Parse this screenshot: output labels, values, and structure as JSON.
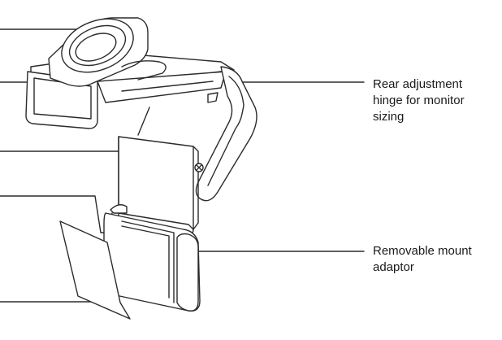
{
  "diagram": {
    "stroke_color": "#2b2b2b",
    "fill_color": "#ffffff",
    "callouts": {
      "rear_hinge": {
        "lines": [
          "Rear adjustment",
          "hinge for monitor",
          "sizing"
        ]
      },
      "mount_adaptor": {
        "lines": [
          "Removable mount",
          "adaptor"
        ]
      }
    }
  }
}
